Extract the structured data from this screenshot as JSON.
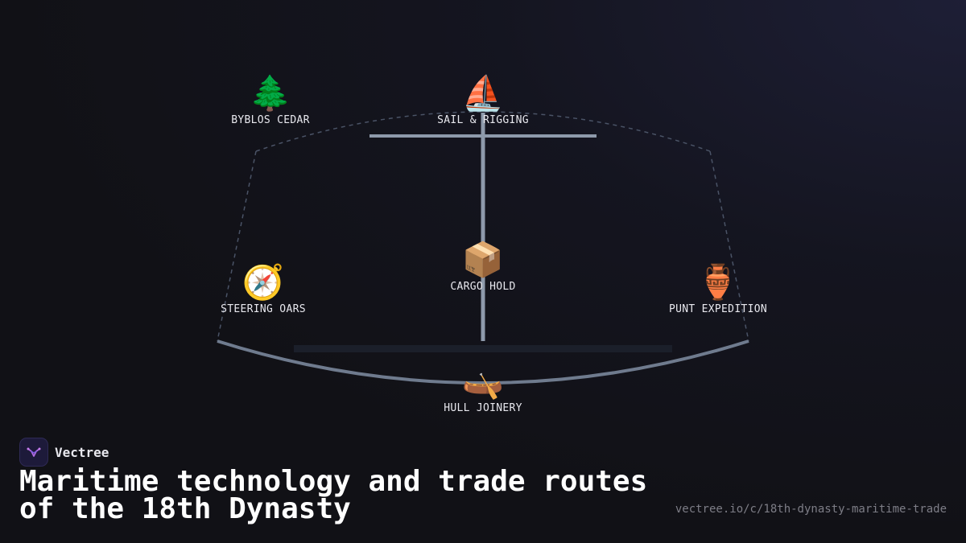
{
  "diagram": {
    "nodes": [
      {
        "id": "byblos-cedar",
        "emoji": "🌲",
        "label": "BYBLOS CEDAR"
      },
      {
        "id": "sail-rigging",
        "emoji": "⛵",
        "label": "SAIL & RIGGING"
      },
      {
        "id": "cargo-hold",
        "emoji": "📦",
        "label": "CARGO HOLD"
      },
      {
        "id": "steering-oars",
        "emoji": "🧭",
        "label": "STEERING OARS"
      },
      {
        "id": "punt-expedition",
        "emoji": "🏺",
        "label": "PUNT EXPEDITION"
      },
      {
        "id": "hull-joinery",
        "emoji": "🛶",
        "label": "HULL JOINERY"
      }
    ],
    "colors": {
      "structure": "#8e9aab",
      "dashed_outline": "#4a5366",
      "deck": "#1b1f2a"
    }
  },
  "brand": {
    "name": "Vectree",
    "logo_icon": "vectree-logo-icon"
  },
  "title": "Maritime technology and trade routes of the 18th Dynasty",
  "url": "vectree.io/c/18th-dynasty-maritime-trade"
}
